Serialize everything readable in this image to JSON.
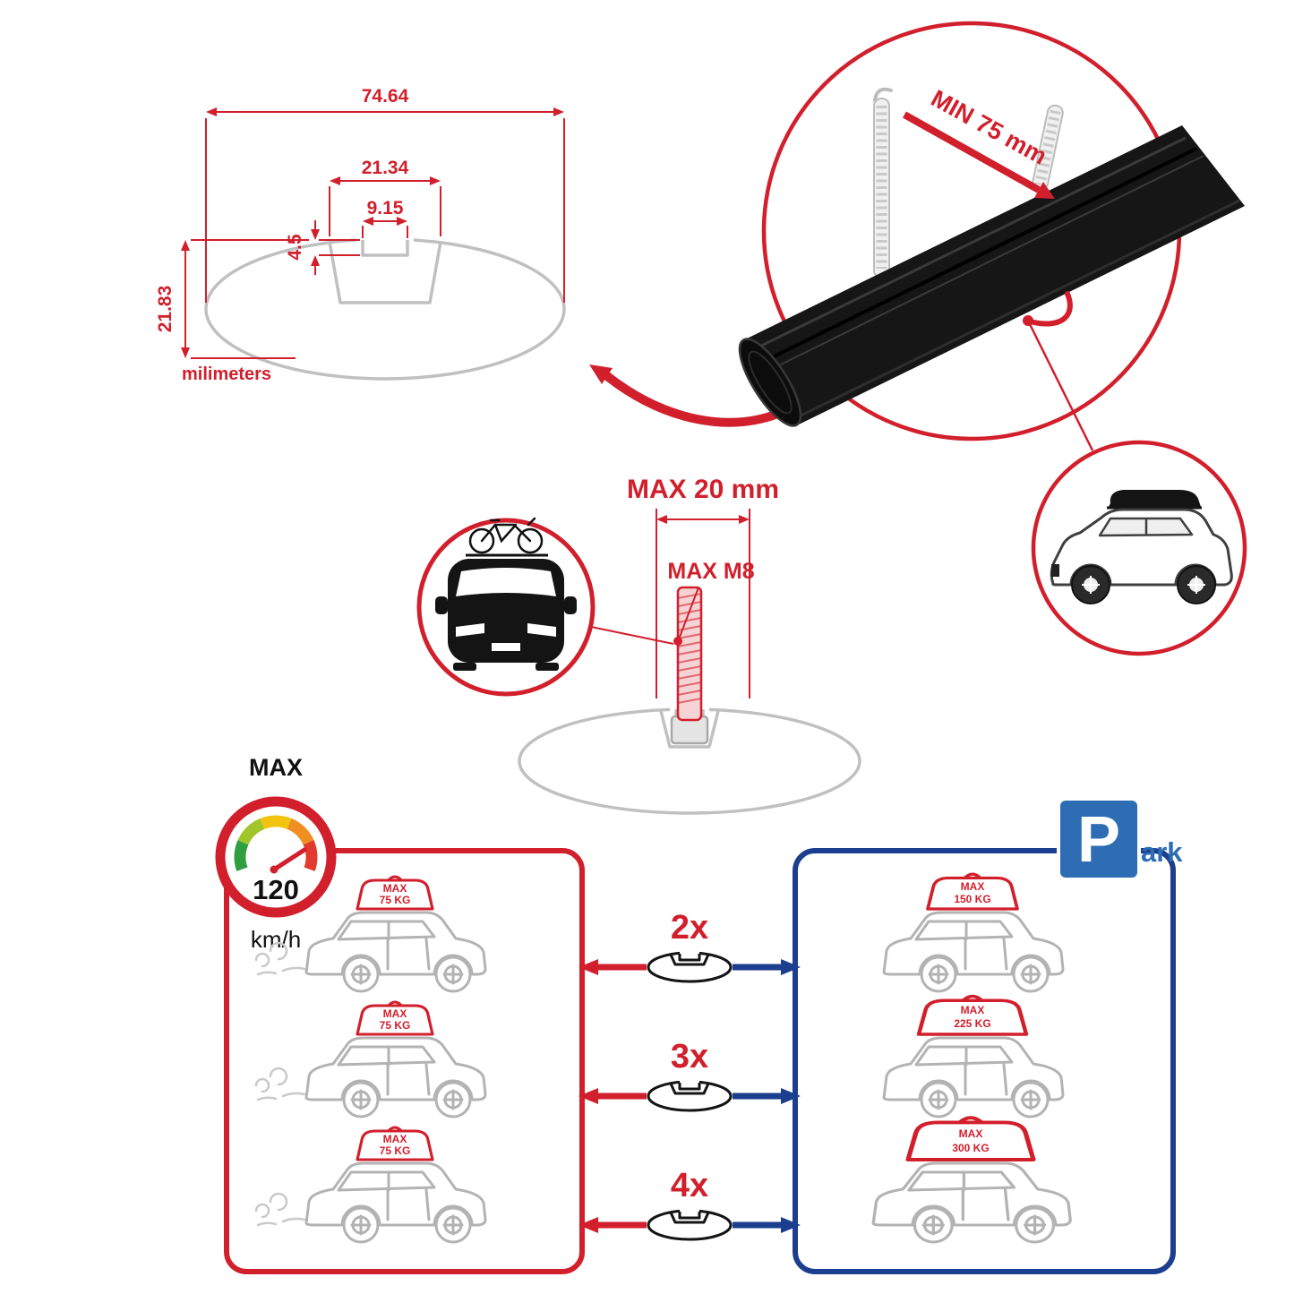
{
  "cross_section": {
    "total_width": "74.64",
    "channel_width": "21.34",
    "slot_width": "9.15",
    "slot_depth": "4.5",
    "profile_height": "21.83",
    "units": "milimeters"
  },
  "clamp": {
    "min_grip": "MIN 75 mm"
  },
  "bolt": {
    "max_length": "MAX 20 mm",
    "max_thread": "MAX M8"
  },
  "speed": {
    "label": "MAX",
    "value": "120",
    "unit": "km/h"
  },
  "sign": {
    "letter": "P",
    "suffix": "ark"
  },
  "configurations": [
    {
      "qty": "2x",
      "driving_load": {
        "label": "MAX",
        "value": "75 KG"
      },
      "parked_load": {
        "label": "MAX",
        "value": "150 KG"
      }
    },
    {
      "qty": "3x",
      "driving_load": {
        "label": "MAX",
        "value": "75 KG"
      },
      "parked_load": {
        "label": "MAX",
        "value": "225 KG"
      }
    },
    {
      "qty": "4x",
      "driving_load": {
        "label": "MAX",
        "value": "75 KG"
      },
      "parked_load": {
        "label": "MAX",
        "value": "300 KG"
      }
    }
  ],
  "colors": {
    "red": "#d21f2c",
    "navy": "#1c3e8f",
    "sign_blue": "#2e6db4",
    "profile_gray": "#c0c0c0",
    "bar_black": "#161616"
  }
}
